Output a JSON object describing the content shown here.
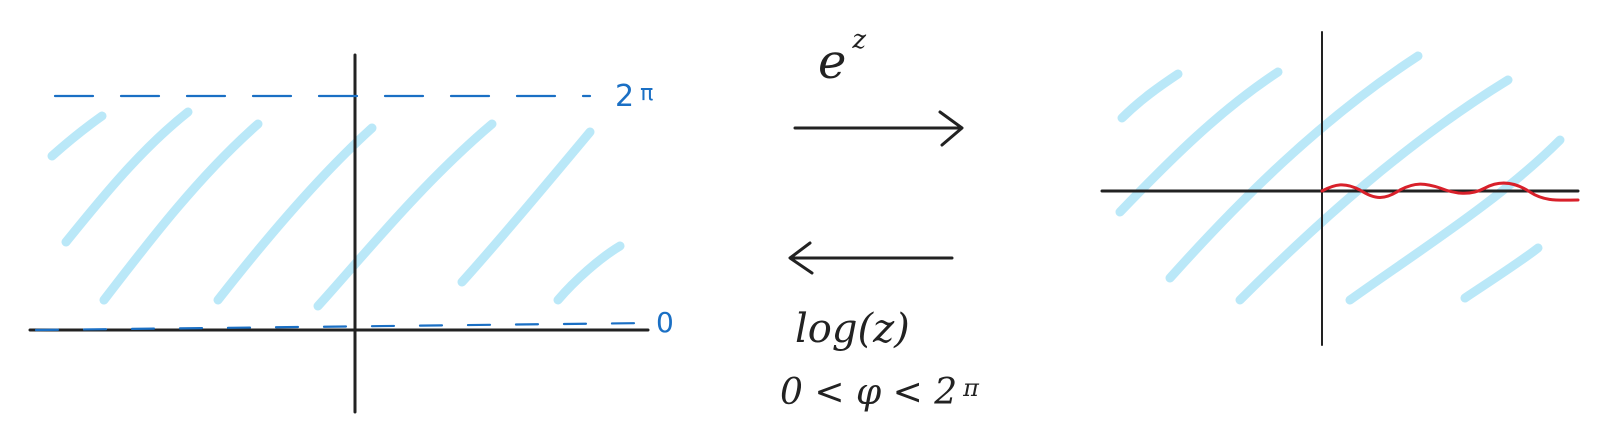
{
  "colors": {
    "ink": "#222222",
    "boundary": "#1a6fc4",
    "shading": "#aee4f7",
    "cut": "#d8202a"
  },
  "strip": {
    "top_label": "2",
    "top_label_pi": "π",
    "bottom_label": "0"
  },
  "forward_map": {
    "label_base": "e",
    "label_exponent": "z"
  },
  "inverse_map": {
    "label": "log(z)",
    "condition_left": "0 < φ < 2",
    "condition_pi": "π"
  }
}
